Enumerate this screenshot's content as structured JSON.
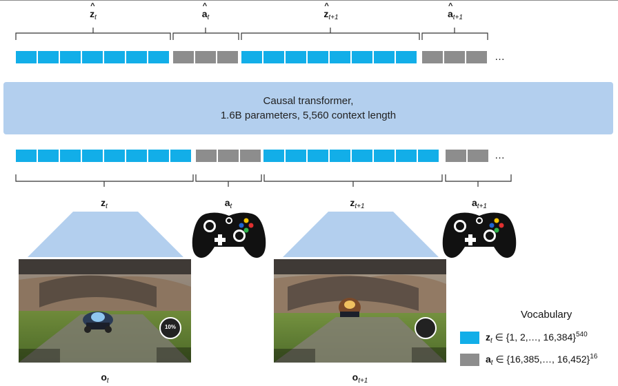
{
  "top_labels": {
    "z_t": {
      "var": "z",
      "sub": "t"
    },
    "a_t": {
      "var": "a",
      "sub": "t"
    },
    "z_t1": {
      "var": "z",
      "sub": "t+1"
    },
    "a_t1": {
      "var": "a",
      "sub": "t+1"
    }
  },
  "bottom_labels": {
    "z_t": {
      "var": "z",
      "sub": "t"
    },
    "a_t": {
      "var": "a",
      "sub": "t"
    },
    "z_t1": {
      "var": "z",
      "sub": "t+1"
    },
    "a_t1": {
      "var": "a",
      "sub": "t+1"
    }
  },
  "ellipsis": "…",
  "transformer": {
    "line1": "Causal transformer,",
    "line2": "1.6B parameters, 5,560 context length"
  },
  "observations": {
    "o_t": {
      "var": "o",
      "sub": "t"
    },
    "o_t1": {
      "var": "o",
      "sub": "t+1"
    }
  },
  "game_hud": {
    "percent": "10%"
  },
  "vocabulary": {
    "title": "Vocabulary",
    "z": {
      "var": "z",
      "sub": "t",
      "set": " ∈ {1, 2,…, 16,384}",
      "exp": "540"
    },
    "a": {
      "var": "a",
      "sub": "t",
      "set": " ∈ {16,385,…, 16,452}",
      "exp": "16"
    }
  },
  "colors": {
    "z_token": "#12aee8",
    "a_token": "#8d8d8d",
    "transformer_bg": "#b3cfee",
    "encoder": "#b3cfee"
  },
  "icons": [
    "xbox-controller-icon",
    "xbox-controller-icon"
  ]
}
